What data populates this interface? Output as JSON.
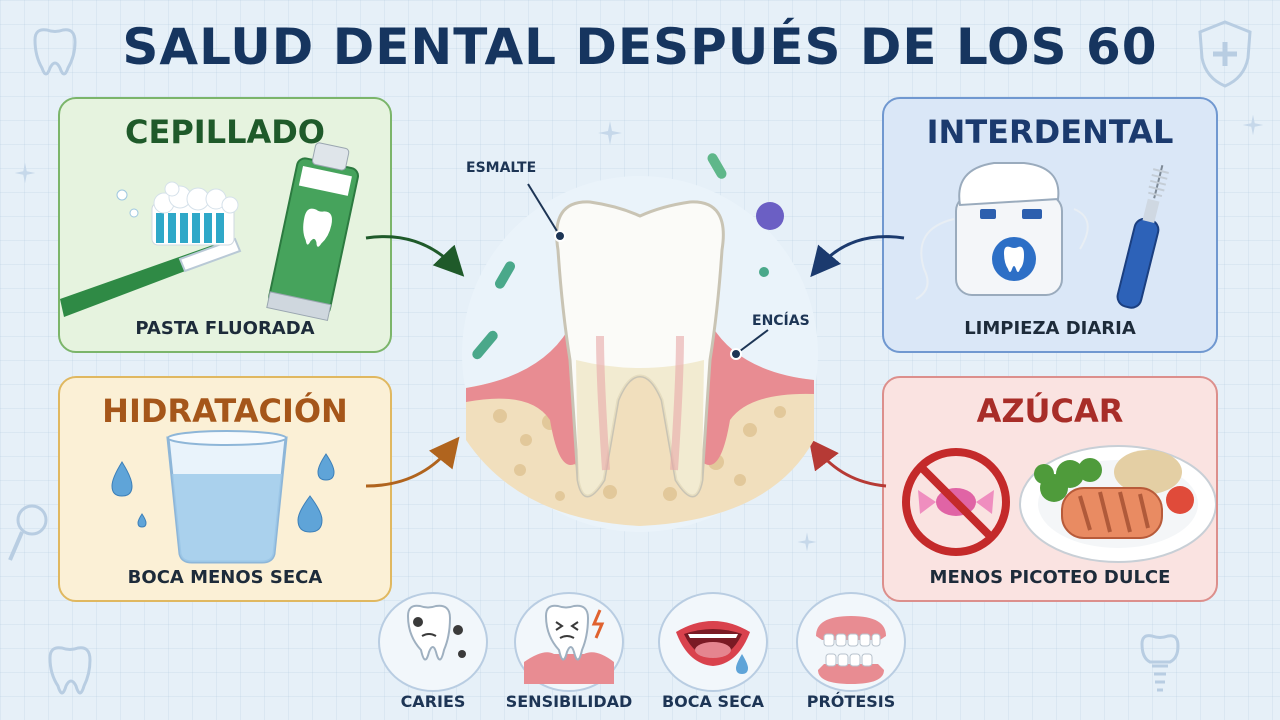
{
  "title": "SALUD DENTAL DESPUÉS DE LOS 60",
  "cards": {
    "cepillado": {
      "title": "CEPILLADO",
      "subtitle": "PASTA FLUORADA"
    },
    "interdental": {
      "title": "INTERDENTAL",
      "subtitle": "LIMPIEZA DIARIA"
    },
    "hidratacion": {
      "title": "HIDRATACIÓN",
      "subtitle": "BOCA MENOS SECA"
    },
    "azucar": {
      "title": "AZÚCAR",
      "subtitle": "MENOS PICOTEO DULCE"
    }
  },
  "tooth_labels": {
    "esmalte": "ESMALTE",
    "encias": "ENCÍAS"
  },
  "problems": [
    {
      "label": "CARIES",
      "icon": "decayed-tooth-icon"
    },
    {
      "label": "SENSIBILIDAD",
      "icon": "sensitive-tooth-icon"
    },
    {
      "label": "BOCA SECA",
      "icon": "dry-mouth-icon"
    },
    {
      "label": "PRÓTESIS",
      "icon": "denture-icon"
    }
  ],
  "colors": {
    "title": "#16355f",
    "cepillado": "#1f5a2a",
    "interdental": "#1b3a6e",
    "hidratacion": "#a5561a",
    "azucar": "#a82d28"
  }
}
